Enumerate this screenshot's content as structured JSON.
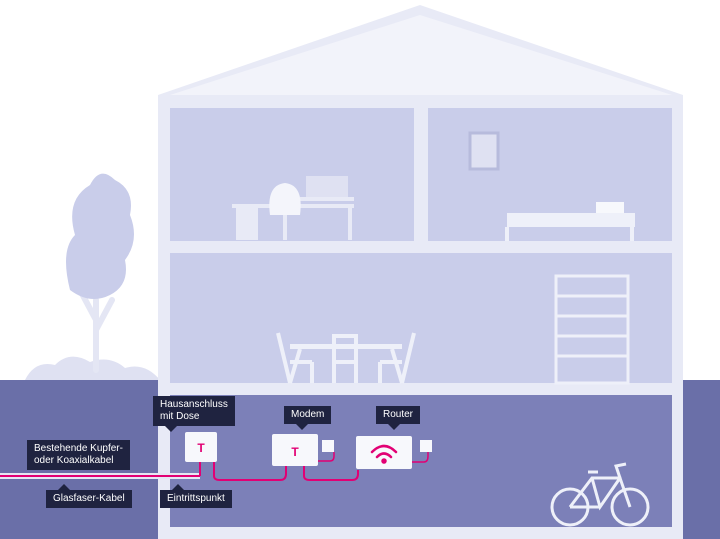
{
  "labels": {
    "hausanschluss": "Hausanschluss\nmit Dose",
    "modem": "Modem",
    "router": "Router",
    "kupfer": "Bestehende Kupfer-\noder Koaxialkabel",
    "glasfaser": "Glasfaser-Kabel",
    "eintritt": "Eintrittspunkt"
  },
  "colors": {
    "house_outline": "#e8eaf6",
    "room": "#c9cdea",
    "ground": "#6a6fa8",
    "basement": "#7c80b8",
    "accent": "#e20074",
    "label_bg": "#1f2340"
  },
  "icons": {
    "dose": "telekom-t-icon",
    "modem": "telekom-t-icon",
    "router": "wifi-icon"
  }
}
